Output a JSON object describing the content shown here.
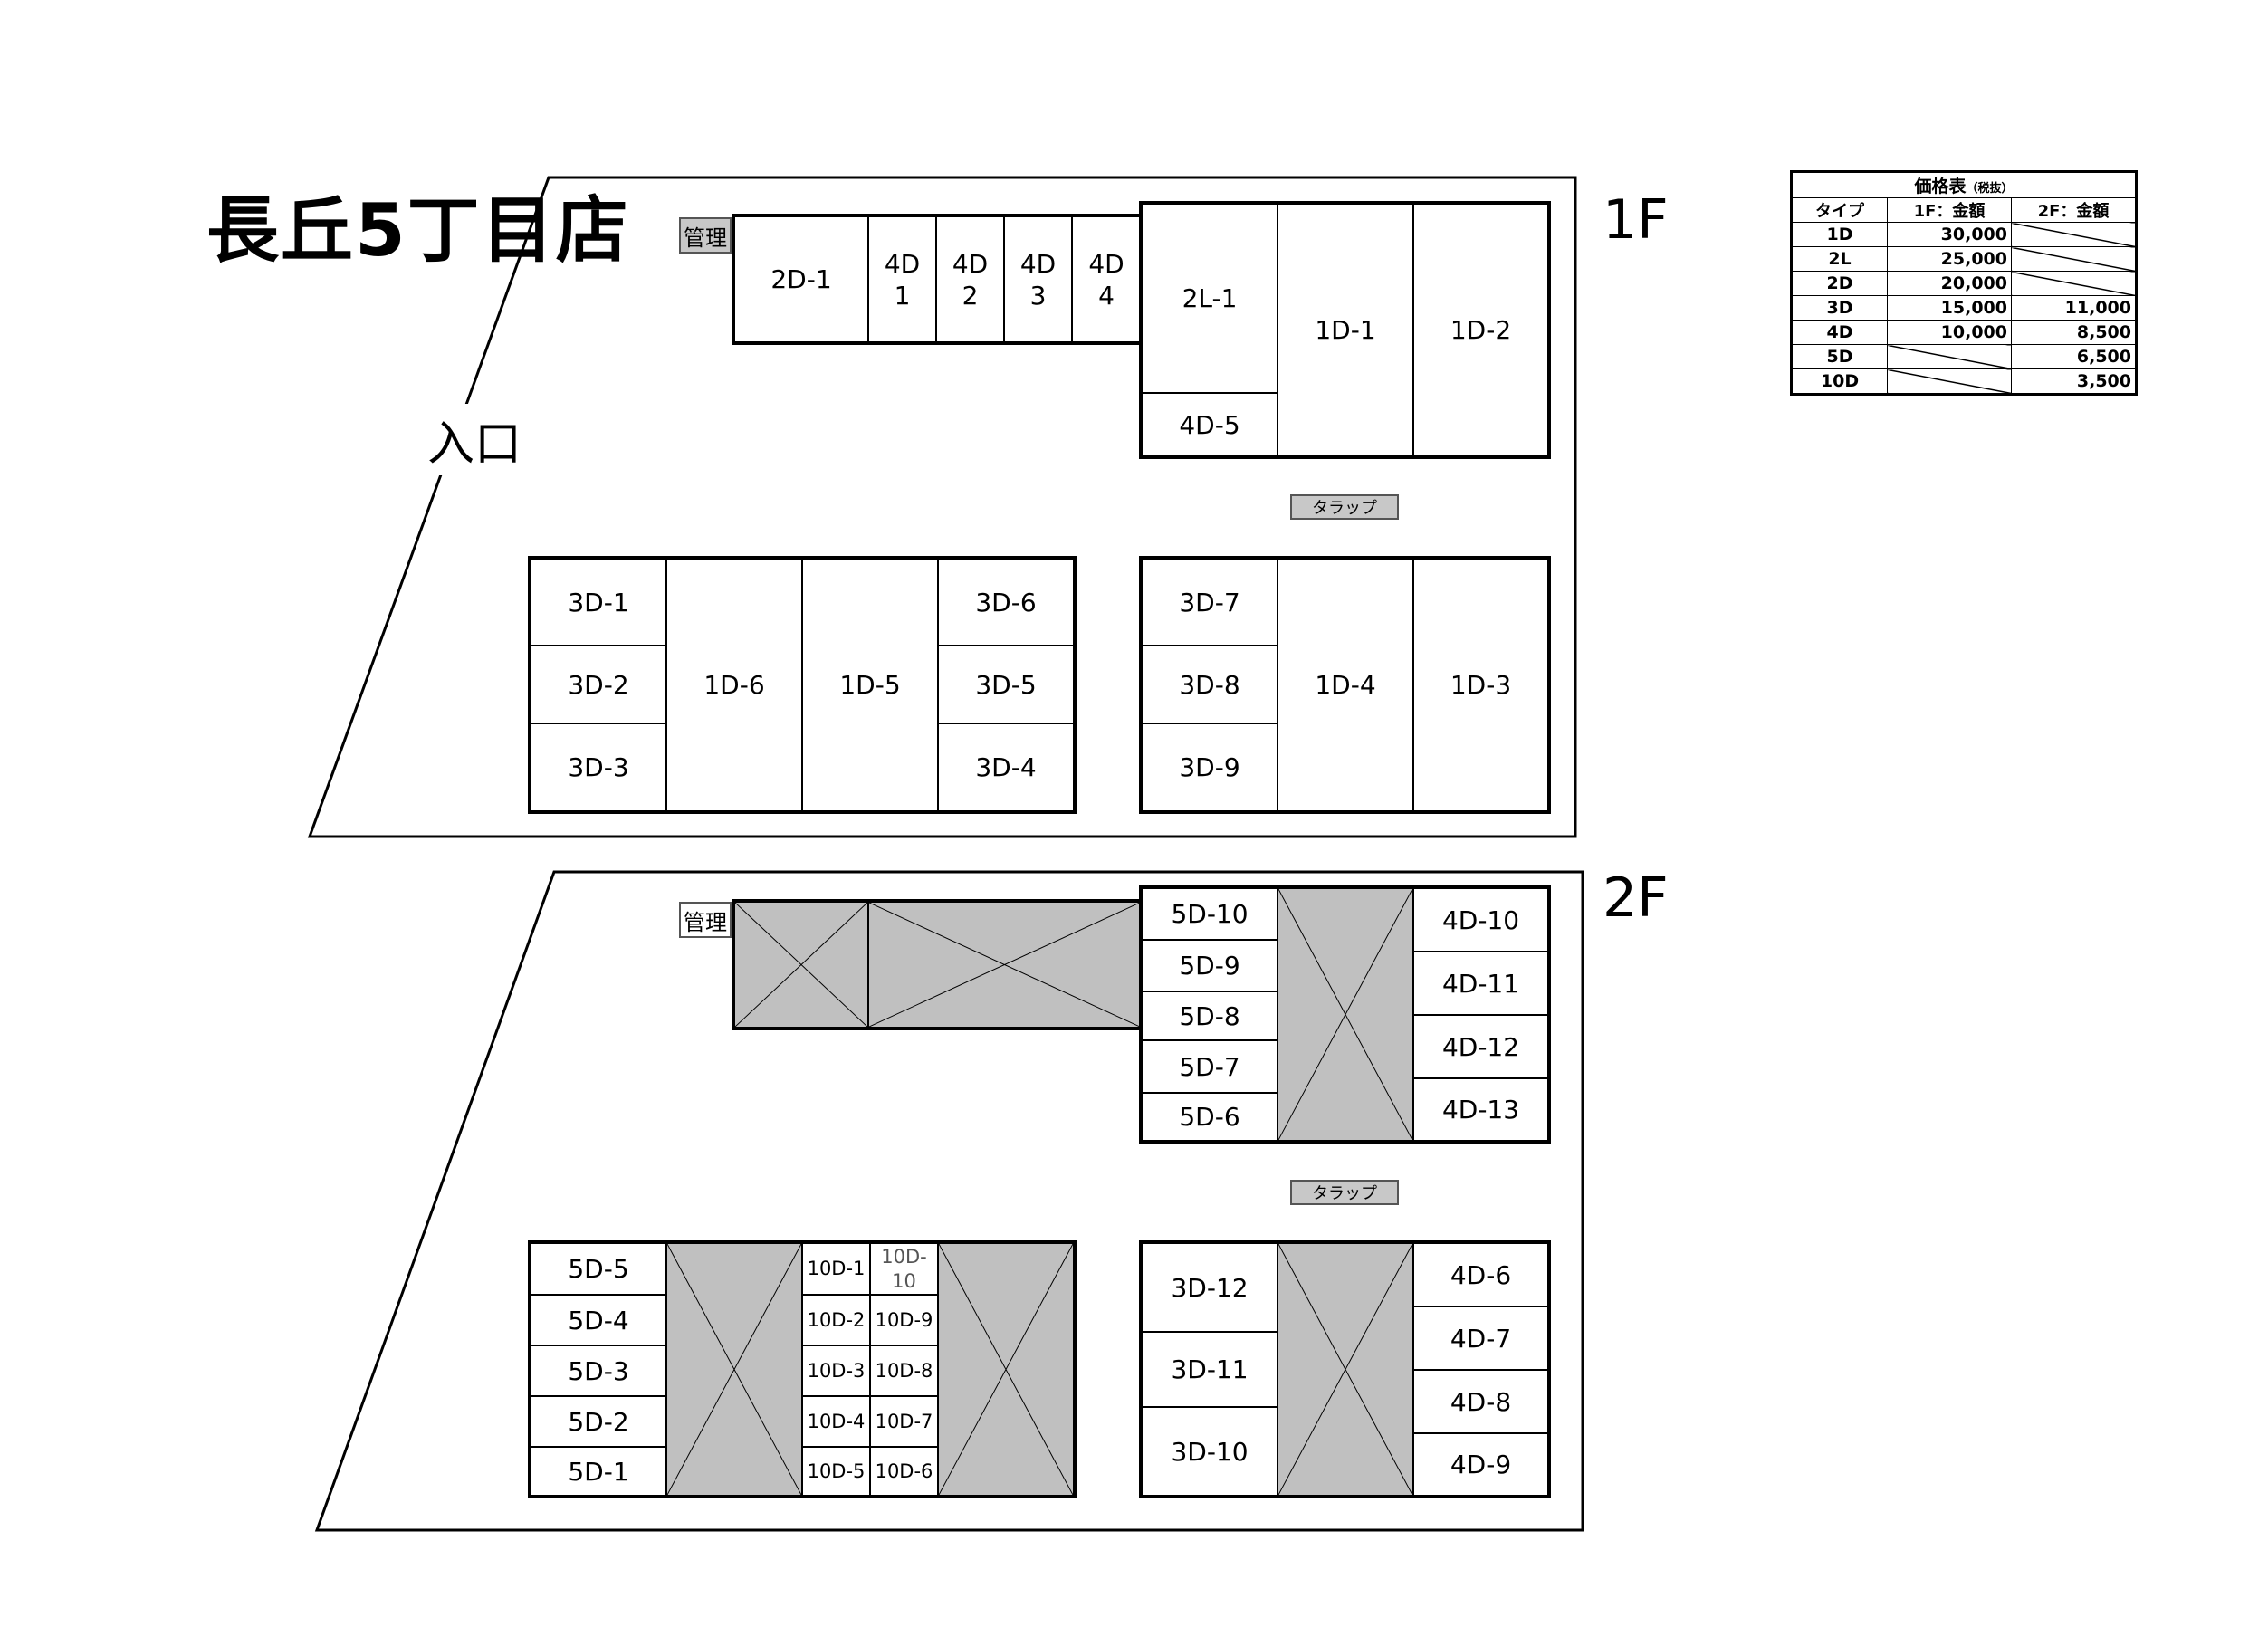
{
  "title": "長丘5丁目店",
  "entrance_label": "入口",
  "floors": {
    "f1": {
      "label": "1F"
    },
    "f2": {
      "label": "2F"
    }
  },
  "tags": {
    "admin_1f": "管理",
    "admin_2f": "管理",
    "trap_1f": "タラップ",
    "trap_2f": "タラップ"
  },
  "units_1f": {
    "2D-1": "2D-1",
    "4D-1": "4D\n1",
    "4D-2": "4D\n2",
    "4D-3": "4D\n3",
    "4D-4": "4D\n4",
    "2L-1": "2L-1",
    "4D-5": "4D-5",
    "1D-1": "1D-1",
    "1D-2": "1D-2",
    "3D-1": "3D-1",
    "3D-2": "3D-2",
    "3D-3": "3D-3",
    "1D-6": "1D-6",
    "1D-5": "1D-5",
    "3D-6": "3D-6",
    "3D-5": "3D-5",
    "3D-4": "3D-4",
    "3D-7": "3D-7",
    "3D-8": "3D-8",
    "3D-9": "3D-9",
    "1D-4": "1D-4",
    "1D-3": "1D-3"
  },
  "units_2f": {
    "5D-10": "5D-10",
    "5D-9": "5D-9",
    "5D-8": "5D-8",
    "5D-7": "5D-7",
    "5D-6": "5D-6",
    "4D-10": "4D-10",
    "4D-11": "4D-11",
    "4D-12": "4D-12",
    "4D-13": "4D-13",
    "5D-5": "5D-5",
    "5D-4": "5D-4",
    "5D-3": "5D-3",
    "5D-2": "5D-2",
    "5D-1": "5D-1",
    "10D-1": "10D-1",
    "10D-2": "10D-2",
    "10D-3": "10D-3",
    "10D-4": "10D-4",
    "10D-5": "10D-5",
    "10D-10": "10D-10",
    "10D-9": "10D-9",
    "10D-8": "10D-8",
    "10D-7": "10D-7",
    "10D-6": "10D-6",
    "3D-12": "3D-12",
    "3D-11": "3D-11",
    "3D-10": "3D-10",
    "4D-6": "4D-6",
    "4D-7": "4D-7",
    "4D-8": "4D-8",
    "4D-9": "4D-9"
  },
  "price_table": {
    "caption": "価格表",
    "caption_note": "（税抜）",
    "headers": [
      "タイプ",
      "1F：金額",
      "2F：金額"
    ],
    "rows": [
      {
        "type": "1D",
        "f1": "30,000",
        "f2": ""
      },
      {
        "type": "2L",
        "f1": "25,000",
        "f2": ""
      },
      {
        "type": "2D",
        "f1": "20,000",
        "f2": ""
      },
      {
        "type": "3D",
        "f1": "15,000",
        "f2": "11,000"
      },
      {
        "type": "4D",
        "f1": "10,000",
        "f2": "8,500"
      },
      {
        "type": "5D",
        "f1": "",
        "f2": "6,500"
      },
      {
        "type": "10D",
        "f1": "",
        "f2": "3,500"
      }
    ]
  },
  "colors": {
    "void": "#c0c0c0",
    "tag": "#c8c8c8",
    "line": "#000000"
  }
}
